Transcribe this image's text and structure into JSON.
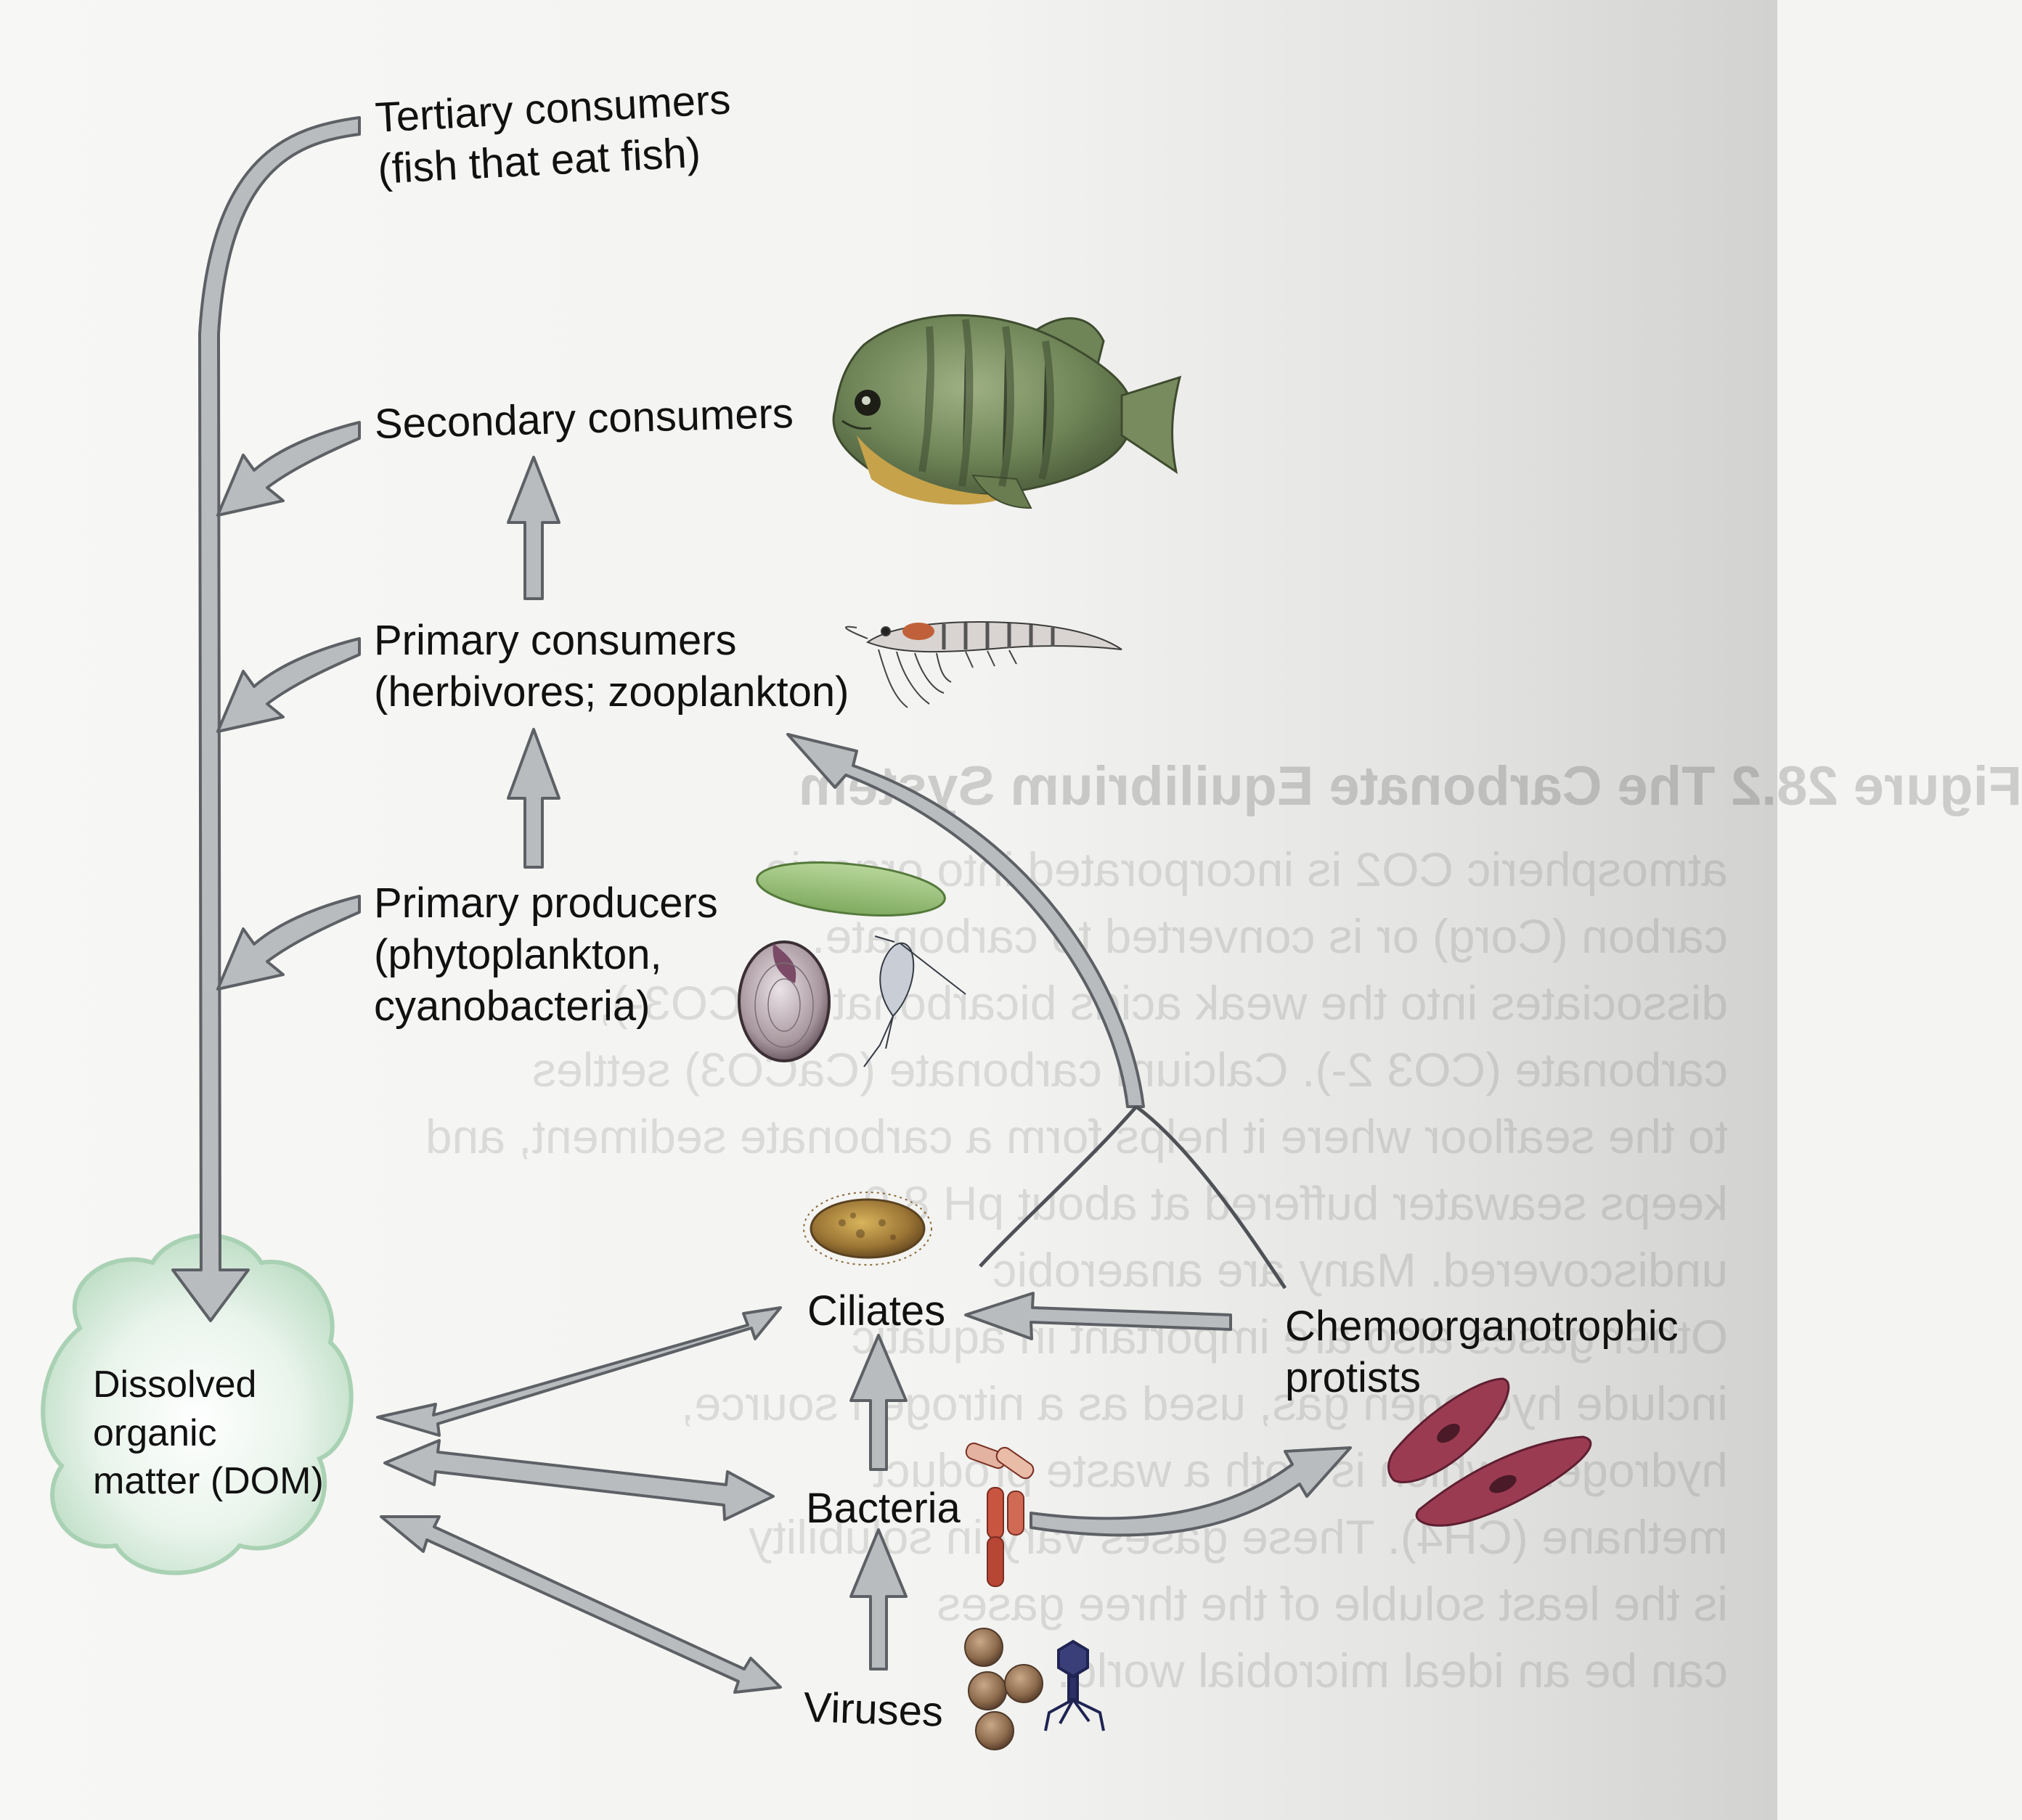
{
  "diagram": {
    "labels": {
      "tertiary": {
        "line1": "Tertiary consumers",
        "line2": "(fish that eat fish)"
      },
      "secondary": {
        "line1": "Secondary consumers"
      },
      "primary_consumers": {
        "line1": "Primary consumers",
        "line2": "(herbivores; zooplankton)"
      },
      "primary_producers": {
        "line1": "Primary producers",
        "line2": "(phytoplankton,",
        "line3": "cyanobacteria)"
      },
      "dom": {
        "line1": "Dissolved",
        "line2": "organic",
        "line3": "matter (DOM)"
      },
      "ciliates": "Ciliates",
      "chemo": {
        "line1": "Chemoorganotrophic",
        "line2": "protists"
      },
      "bacteria": "Bacteria",
      "viruses": "Viruses"
    },
    "icons": [
      "sunfish-icon",
      "krill-icon",
      "phytoplankton-icon",
      "ciliate-icon",
      "protist-icon",
      "bacteria-icon",
      "virus-icon",
      "dom-cloud-icon"
    ],
    "colors": {
      "arrow_fill": "#b9bcbf",
      "arrow_stroke": "#5d6166",
      "dom_cloud": "#cfe6d4"
    }
  },
  "bleedthrough": {
    "heading": "Figure 28.2   The Carbonate Equilibrium System",
    "lines": [
      "atmospheric CO2 is incorporated into organic",
      "carbon (Corg) or is converted to carbonate.",
      "dissociates into the weak acids bicarbonate (HCO3-),",
      "carbonate (CO3 2-). Calcium carbonate (CaCO3) settles",
      "to the seafloor where it helps form a carbonate sediment, and",
      "keeps seawater buffered at about pH 8.0.",
      "undiscovered. Many are anaerobic",
      "Other gases also are important in aquatic",
      "include hydrogen gas, used as a nitrogen source,",
      "hydrogen, which is both a waste product",
      "methane (CH4). These gases vary in solubility",
      "is the least soluble of the three gases",
      "can be an ideal microbial world."
    ]
  }
}
